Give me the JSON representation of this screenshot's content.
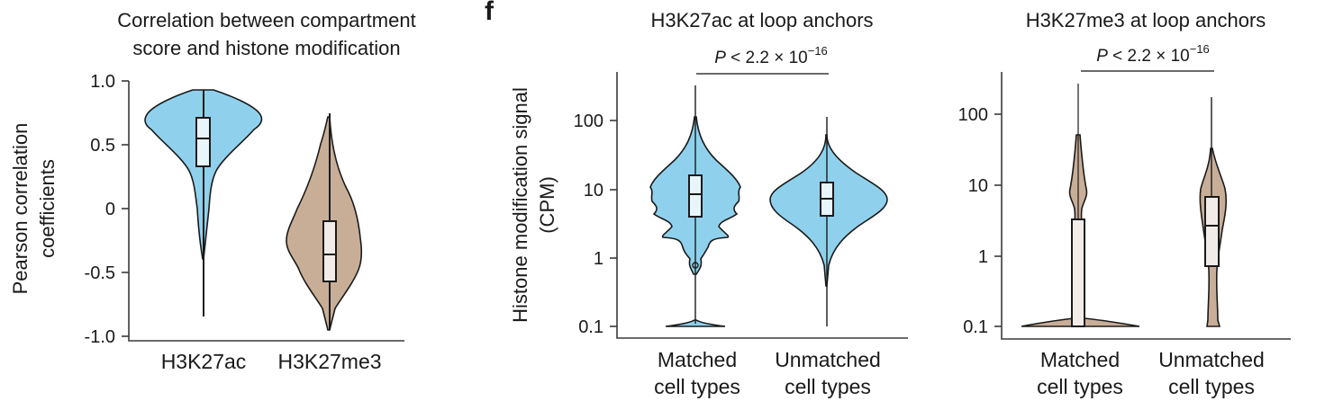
{
  "colors": {
    "h3k27ac_fill": "#8fd1ed",
    "h3k27me3_fill": "#c9ae97",
    "box_fill_ac": "#e8f5fb",
    "box_fill_me3": "#f1ece8",
    "outline": "#1a1a1a"
  },
  "panel_e": {
    "title_line1": "Correlation between compartment",
    "title_line2": "score and histone modification",
    "ylabel_line1": "Pearson correlation",
    "ylabel_line2": "coefficients",
    "yticks": [
      "1.0",
      "0.5",
      "0",
      "-0.5",
      "-1.0"
    ],
    "xticks": [
      "H3K27ac",
      "H3K27me3"
    ]
  },
  "panel_f": {
    "letter": "f",
    "ylabel_line1": "Histone modification signal",
    "ylabel_line2": "(CPM)",
    "left": {
      "title": "H3K27ac at loop anchors",
      "pvalue_prefix": "P",
      "pvalue_text": " < 2.2 × 10",
      "pvalue_exp": "−16",
      "yticks": [
        "100",
        "10",
        "1",
        "0.1"
      ],
      "xtick1_line1": "Matched",
      "xtick1_line2": "cell types",
      "xtick2_line1": "Unmatched",
      "xtick2_line2": "cell types"
    },
    "right": {
      "title": "H3K27me3 at loop anchors",
      "pvalue_prefix": "P",
      "pvalue_text": " < 2.2 × 10",
      "pvalue_exp": "−16",
      "yticks": [
        "100",
        "10",
        "1",
        "0.1"
      ],
      "xtick1_line1": "Matched",
      "xtick1_line2": "cell types",
      "xtick2_line1": "Unmatched",
      "xtick2_line2": "cell types"
    }
  },
  "chart_data": [
    {
      "type": "violin",
      "title": "Correlation between compartment score and histone modification",
      "xlabel": "",
      "ylabel": "Pearson correlation coefficients",
      "ylim": [
        -1.0,
        1.0
      ],
      "yticks": [
        1.0,
        0.5,
        0,
        -0.5,
        -1.0
      ],
      "categories": [
        "H3K27ac",
        "H3K27me3"
      ],
      "series": [
        {
          "name": "H3K27ac",
          "color": "#8fd1ed",
          "min": -0.85,
          "q1": 0.33,
          "median": 0.55,
          "q3": 0.72,
          "max": 0.94,
          "mode": 0.72
        },
        {
          "name": "H3K27me3",
          "color": "#c9ae97",
          "min": -0.94,
          "q1": -0.56,
          "median": -0.36,
          "q3": -0.11,
          "max": 0.76,
          "mode": -0.4
        }
      ]
    },
    {
      "type": "violin",
      "title": "H3K27ac at loop anchors",
      "ylabel": "Histone modification signal (CPM)",
      "yscale": "log",
      "ylim": [
        0.1,
        300
      ],
      "yticks": [
        100,
        10,
        1,
        0.1
      ],
      "categories": [
        "Matched cell types",
        "Unmatched cell types"
      ],
      "annotation": "P < 2.2 × 10^-16",
      "series": [
        {
          "name": "Matched cell types",
          "color": "#8fd1ed",
          "min": 0.1,
          "q1": 3.5,
          "median": 8.5,
          "q3": 16,
          "max": 320
        },
        {
          "name": "Unmatched cell types",
          "color": "#8fd1ed",
          "min": 0.1,
          "q1": 3.6,
          "median": 7.0,
          "q3": 12,
          "max": 110
        }
      ]
    },
    {
      "type": "violin",
      "title": "H3K27me3 at loop anchors",
      "ylabel": "Histone modification signal (CPM)",
      "yscale": "log",
      "ylim": [
        0.1,
        300
      ],
      "yticks": [
        100,
        10,
        1,
        0.1
      ],
      "categories": [
        "Matched cell types",
        "Unmatched cell types"
      ],
      "annotation": "P < 2.2 × 10^-16",
      "series": [
        {
          "name": "Matched cell types",
          "color": "#c9ae97",
          "min": 0.1,
          "q1": 0.1,
          "median": 0.1,
          "q3": 3.3,
          "max": 270
        },
        {
          "name": "Unmatched cell types",
          "color": "#c9ae97",
          "min": 0.1,
          "q1": 0.72,
          "median": 2.6,
          "q3": 6.8,
          "max": 170
        }
      ]
    }
  ]
}
